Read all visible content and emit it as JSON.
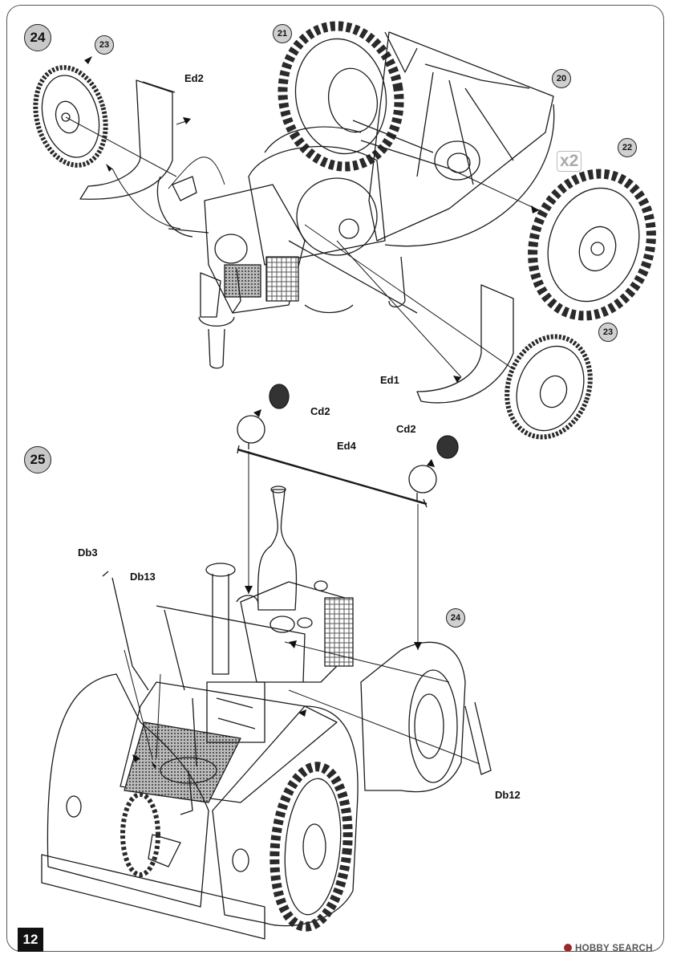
{
  "page": {
    "number": "12",
    "watermark": "HOBBY SEARCH"
  },
  "steps": [
    {
      "number": "24",
      "multiplier": "x2",
      "refs": [
        "23",
        "21",
        "20",
        "22",
        "23"
      ],
      "parts": [
        "Ed2",
        "Ed1"
      ]
    },
    {
      "number": "25",
      "refs": [
        "24"
      ],
      "parts": [
        "Cd2",
        "Cd2",
        "Ed4",
        "Db3",
        "Db13",
        "Db12"
      ]
    }
  ],
  "colors": {
    "line": "#1a1a1a",
    "badge": "#c8c8c8",
    "tread": "#2a2a2a"
  }
}
